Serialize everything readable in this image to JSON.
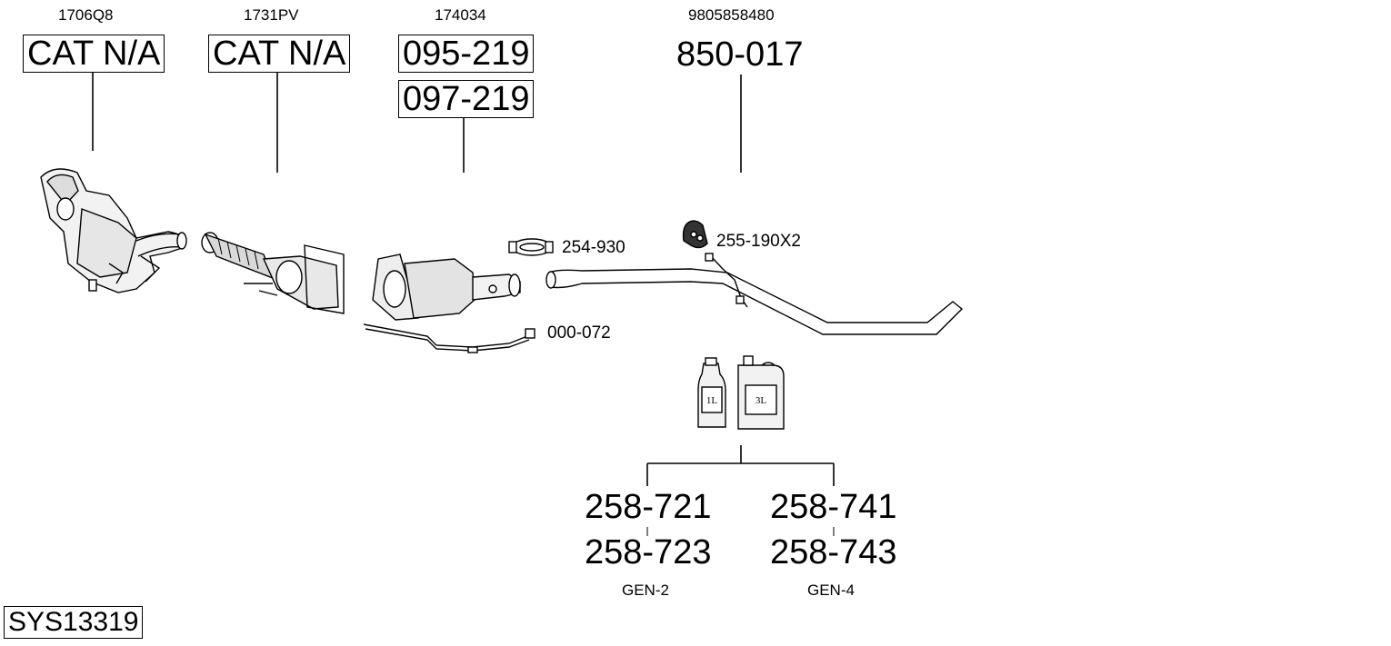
{
  "system_id": "SYS13319",
  "groups": [
    {
      "oem": "1706Q8",
      "parts": [
        "CAT N/A"
      ]
    },
    {
      "oem": "1731PV",
      "parts": [
        "CAT N/A"
      ]
    },
    {
      "oem": "174034",
      "parts": [
        "095-219",
        "097-219"
      ]
    },
    {
      "oem": "9805858480",
      "parts": [
        "850-017"
      ]
    }
  ],
  "accessories": {
    "clamp": "254-930",
    "hanger": "255-190X2",
    "sensor": "000-072"
  },
  "containers": {
    "small": "1L",
    "large": "3L"
  },
  "kits": [
    {
      "codes": [
        "258-721",
        "258-723"
      ],
      "gen": "GEN-2"
    },
    {
      "codes": [
        "258-741",
        "258-743"
      ],
      "gen": "GEN-4"
    }
  ]
}
